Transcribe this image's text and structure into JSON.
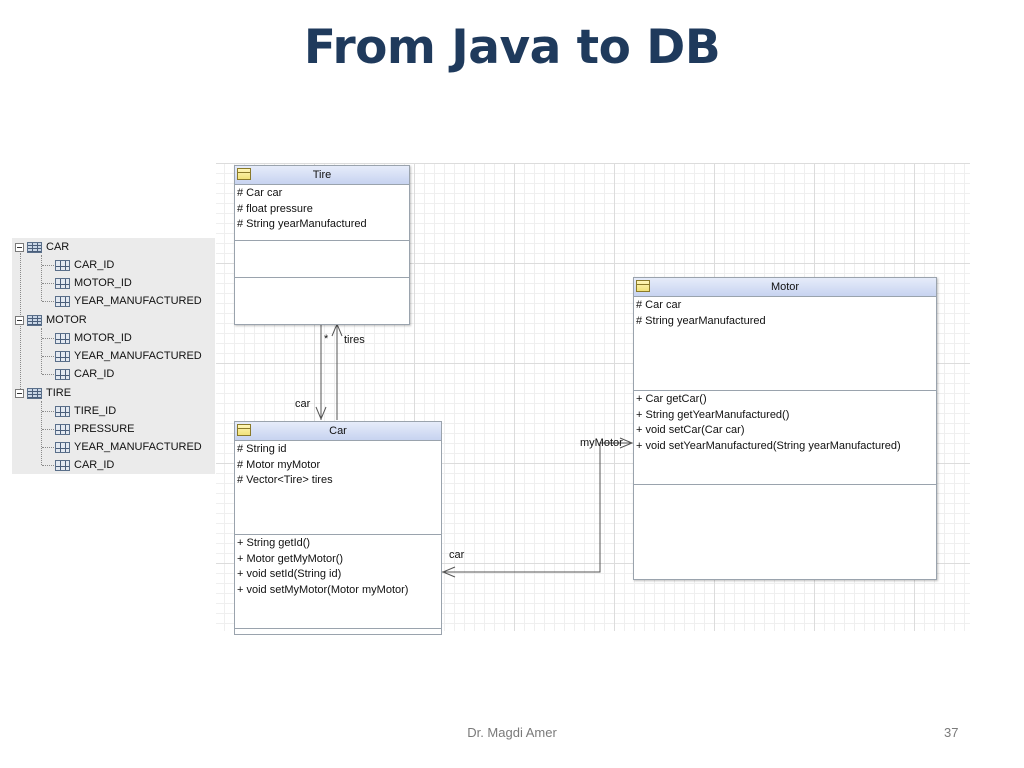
{
  "title": "From Java to DB",
  "db_tree": {
    "tables": [
      {
        "name": "CAR",
        "columns": [
          "CAR_ID",
          "MOTOR_ID",
          "YEAR_MANUFACTURED"
        ]
      },
      {
        "name": "MOTOR",
        "columns": [
          "MOTOR_ID",
          "YEAR_MANUFACTURED",
          "CAR_ID"
        ]
      },
      {
        "name": "TIRE",
        "columns": [
          "TIRE_ID",
          "PRESSURE",
          "YEAR_MANUFACTURED",
          "CAR_ID"
        ]
      }
    ]
  },
  "uml": {
    "tire": {
      "name": "Tire",
      "attributes": [
        "# Car car",
        "# float pressure",
        "# String yearManufactured"
      ],
      "operations": []
    },
    "car": {
      "name": "Car",
      "attributes": [
        "# String id",
        "# Motor myMotor",
        "# Vector<Tire> tires"
      ],
      "operations": [
        "+ String getId()",
        "+ Motor getMyMotor()",
        "+ void setId(String id)",
        "+ void setMyMotor(Motor myMotor)"
      ]
    },
    "motor": {
      "name": "Motor",
      "attributes": [
        "# Car car",
        "# String yearManufactured"
      ],
      "operations": [
        "+ Car getCar()",
        "+ String getYearManufactured()",
        "+ void setCar(Car car)",
        "+ void setYearManufactured(String yearManufactured)"
      ]
    },
    "associations": {
      "tires_multiplicity": "*",
      "tires_role": "tires",
      "car_role_tire": "car",
      "mymotor_role": "myMotor",
      "car_role_motor": "car"
    }
  },
  "footer": {
    "author": "Dr. Magdi Amer",
    "page": "37"
  }
}
